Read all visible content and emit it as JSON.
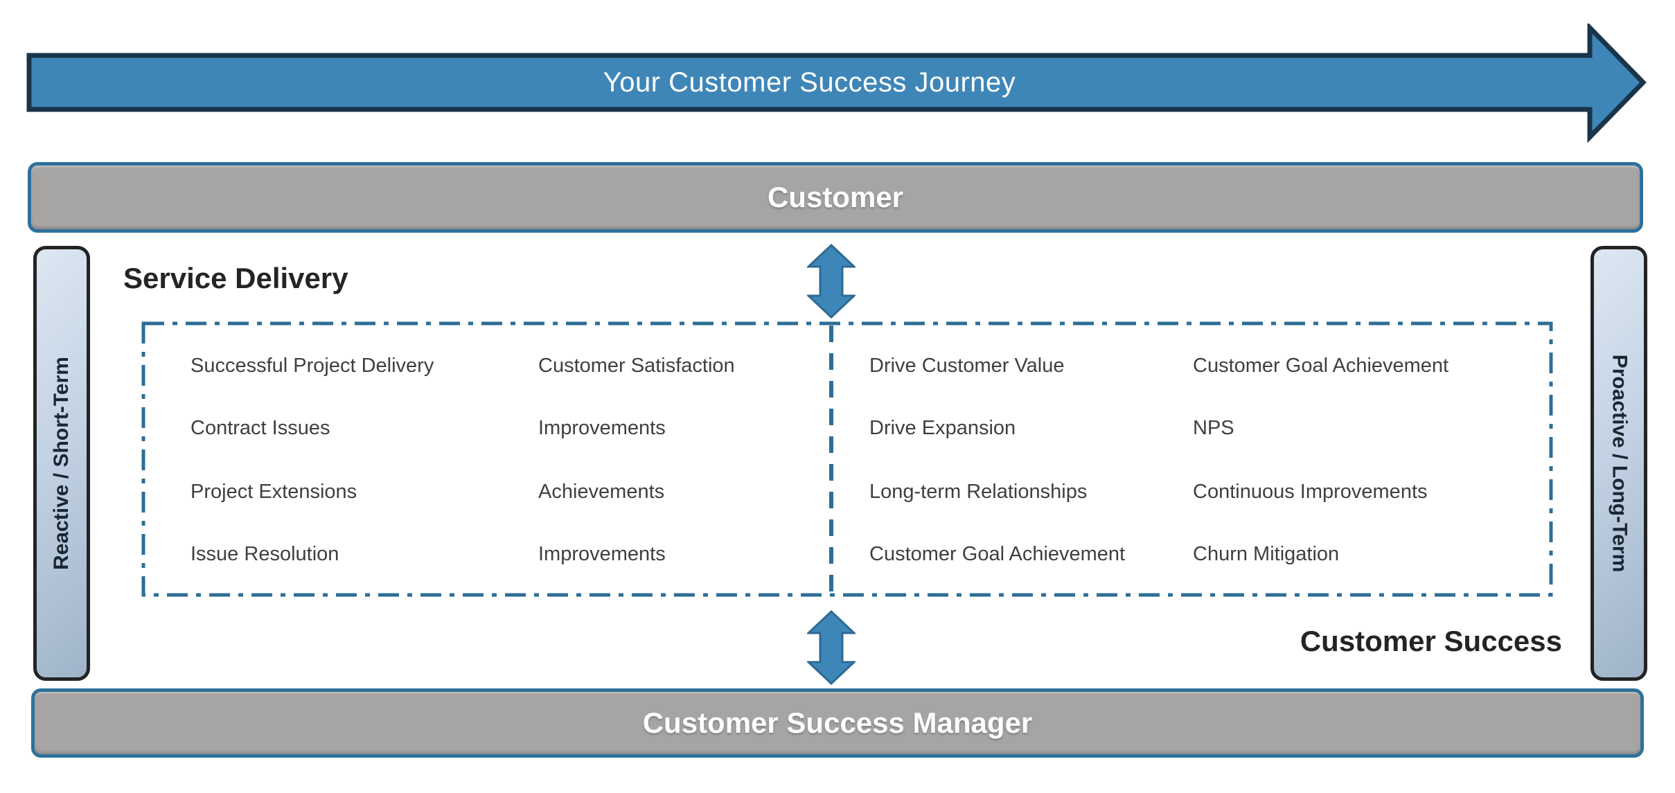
{
  "banner": {
    "label": "Your Customer Success Journey"
  },
  "customer_bar": {
    "label": "Customer"
  },
  "csm_bar": {
    "label": "Customer Success Manager"
  },
  "left_rail": {
    "label": "Reactive / Short-Term"
  },
  "right_rail": {
    "label": "Proactive / Long-Term"
  },
  "service_delivery": {
    "title": "Service Delivery",
    "col1": [
      "Successful Project Delivery",
      "Contract Issues",
      "Project Extensions",
      "Issue Resolution"
    ],
    "col2": [
      "Customer Satisfaction",
      "Improvements",
      "Achievements",
      "Improvements"
    ]
  },
  "customer_success": {
    "title": "Customer Success",
    "col1": [
      "Drive Customer Value",
      "Drive Expansion",
      "Long-term Relationships",
      "Customer Goal Achievement"
    ],
    "col2": [
      "Customer Goal Achievement",
      "NPS",
      "Continuous Improvements",
      "Churn Mitigation"
    ]
  },
  "colors": {
    "arrow_fill": "#3e86b8",
    "arrow_outline": "#1a344a",
    "bar_fill": "#a7a5a4",
    "bar_border": "#2e719b",
    "rail_fill_top": "#dde7f2",
    "rail_fill_bottom": "#9fb4c9",
    "rail_border": "#232323",
    "dash_border": "#2e6e96",
    "item_text": "#3f3f3f",
    "title_text": "#242424",
    "banner_text": "#ffffff"
  }
}
